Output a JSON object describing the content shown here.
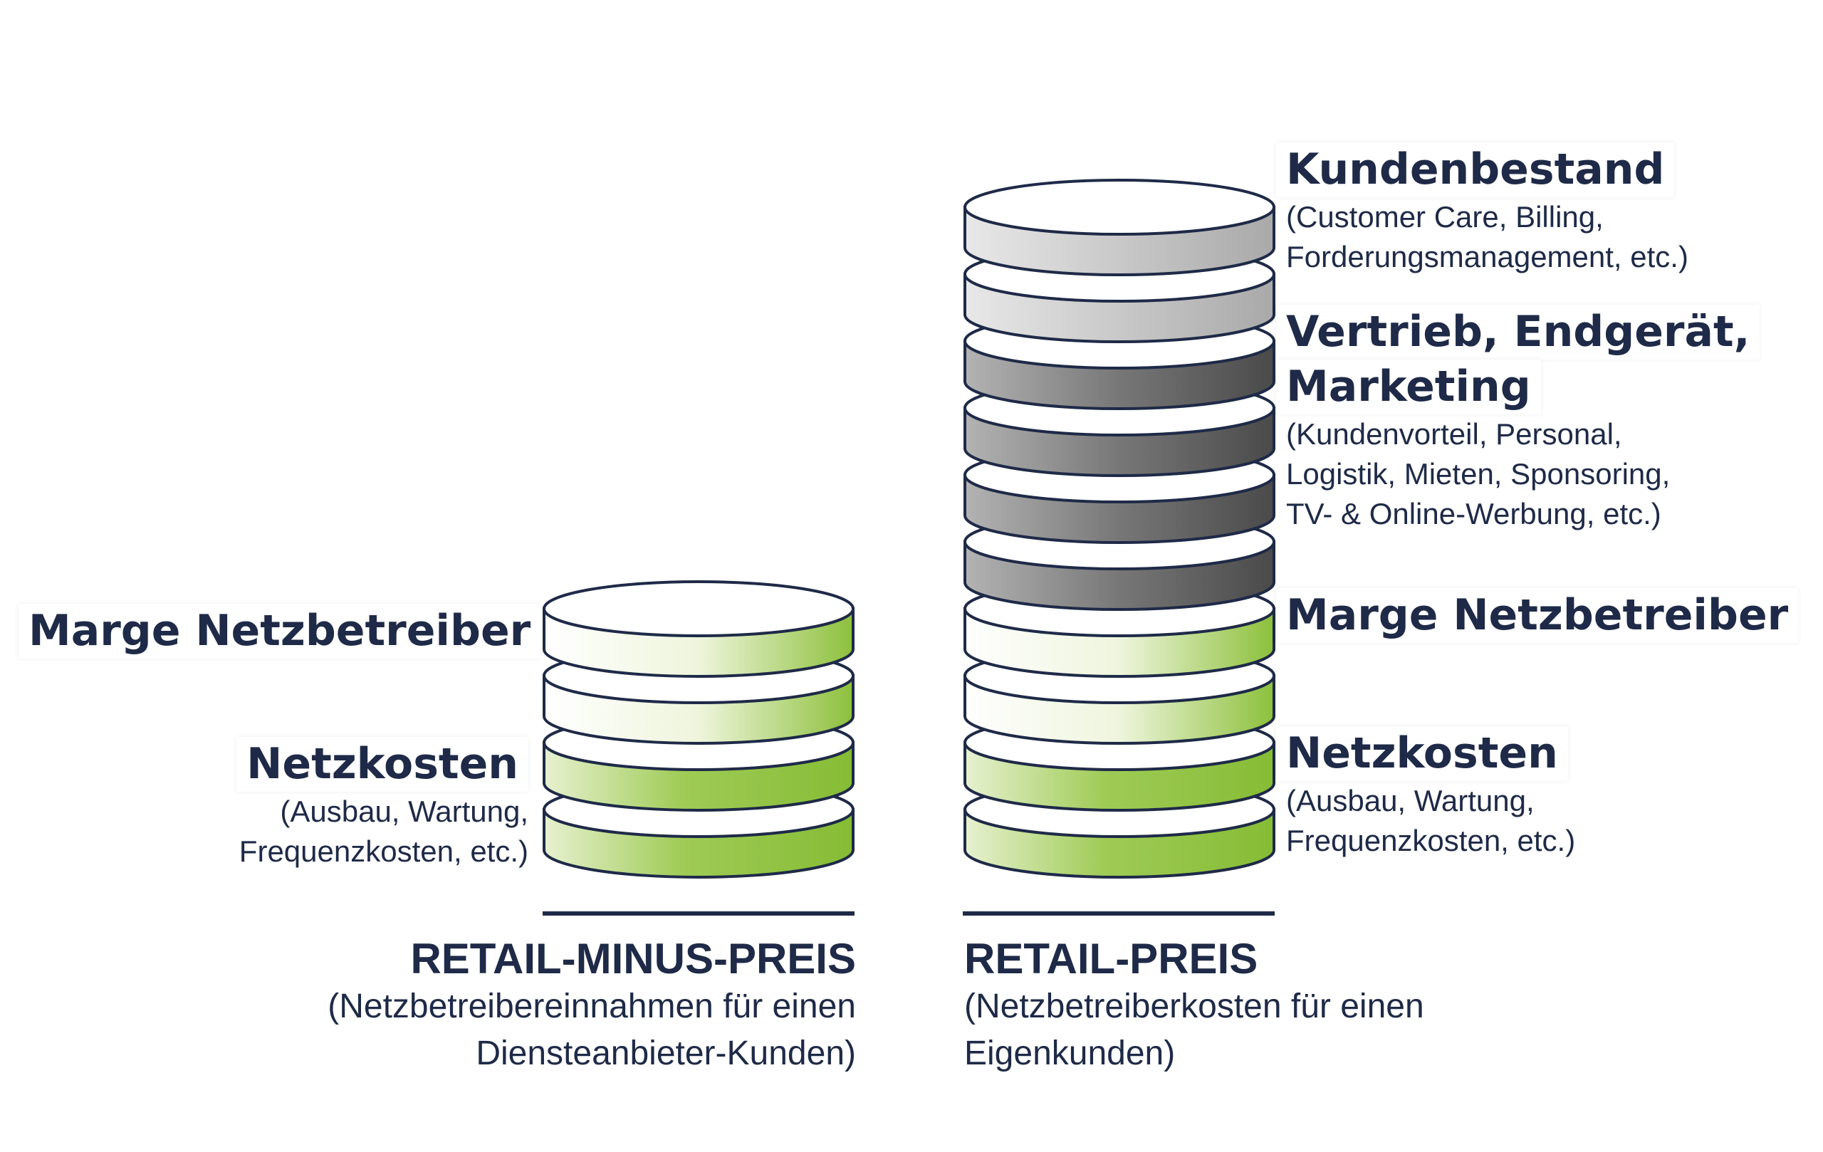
{
  "colors": {
    "navy": "#1e2a47",
    "green": "#8dc03c",
    "grey_light": "#bdbdbd",
    "grey_dark": "#5a5a5a"
  },
  "left": {
    "marge": "Marge Netzbetreiber",
    "netzkosten": "Netzkosten",
    "netzkosten_sub_1": "(Ausbau, Wartung,",
    "netzkosten_sub_2": "Frequenzkosten, etc.)",
    "title": "RETAIL-MINUS-PREIS",
    "caption_1": "(Netzbetreibereinnahmen für einen",
    "caption_2": "Diensteanbieter-Kunden)"
  },
  "right": {
    "kundenbestand": "Kundenbestand",
    "kundenbestand_sub_1": "(Customer Care, Billing,",
    "kundenbestand_sub_2": "Forderungsmanagement, etc.)",
    "vertrieb_1": "Vertrieb, Endgerät,",
    "vertrieb_2": "Marketing",
    "vertrieb_sub_1": "(Kundenvorteil, Personal,",
    "vertrieb_sub_2": "Logistik, Mieten, Sponsoring,",
    "vertrieb_sub_3": "TV- & Online-Werbung, etc.)",
    "marge": "Marge Netzbetreiber",
    "netzkosten": "Netzkosten",
    "netzkosten_sub_1": "(Ausbau, Wartung,",
    "netzkosten_sub_2": "Frequenzkosten, etc.)",
    "title": "RETAIL-PREIS",
    "caption_1": "(Netzbetreiberkosten für einen",
    "caption_2": "Eigenkunden)"
  }
}
